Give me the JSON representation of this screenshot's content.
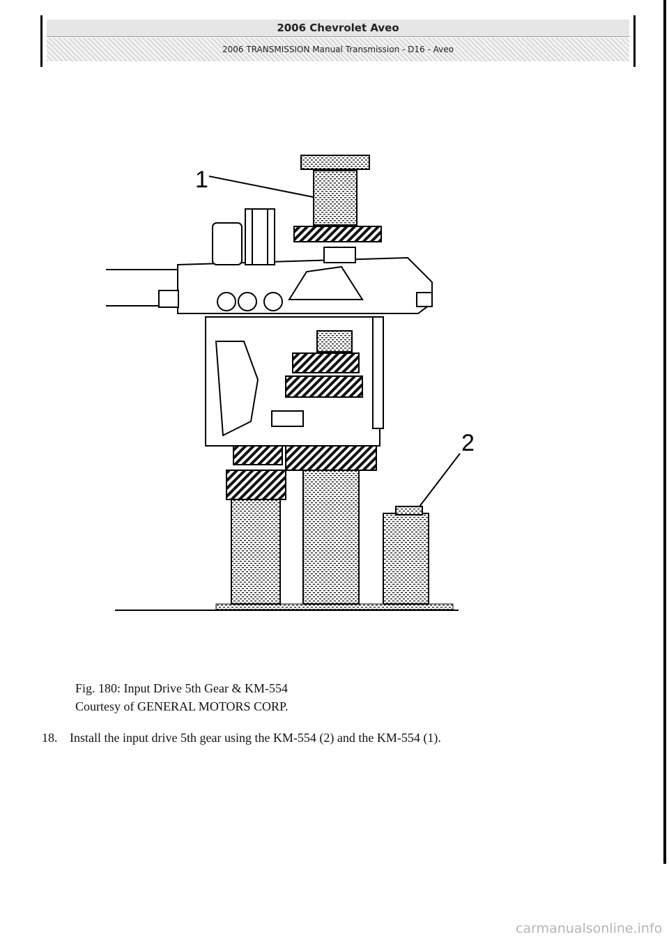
{
  "header": {
    "title": "2006 Chevrolet Aveo",
    "subtitle": "2006 TRANSMISSION Manual Transmission - D16 - Aveo"
  },
  "figure": {
    "callouts": [
      "1",
      "2"
    ]
  },
  "caption": {
    "line1": "Fig. 180: Input Drive 5th Gear & KM-554",
    "line2": "Courtesy of GENERAL MOTORS CORP."
  },
  "step": {
    "number": "18.",
    "text": "Install the input drive 5th gear using the KM-554 (2) and the KM-554 (1)."
  },
  "watermark": "carmanualsonline.info"
}
